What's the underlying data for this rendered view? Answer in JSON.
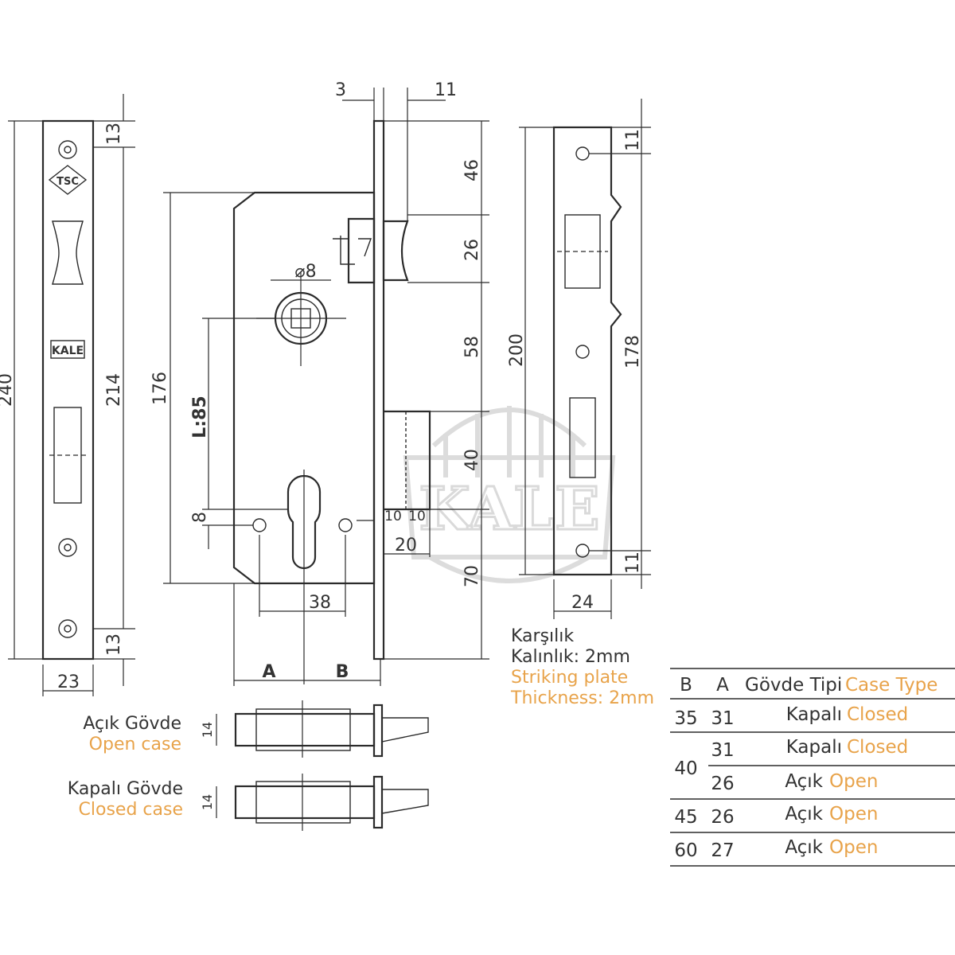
{
  "dims": {
    "front_240": "240",
    "front_214": "214",
    "front_13a": "13",
    "front_13b": "13",
    "front_23": "23",
    "body_3": "3",
    "body_11": "11",
    "body_46": "46",
    "body_26": "26",
    "body_58": "58",
    "body_40": "40",
    "body_70": "70",
    "body_176": "176",
    "body_L85": "L:85",
    "body_8": "8",
    "body_d8": "⌀8",
    "body_10a": "10",
    "body_10b": "10",
    "body_20": "20",
    "body_38": "38",
    "body_A": "A",
    "body_B": "B",
    "strike_11a": "11",
    "strike_11b": "11",
    "strike_200": "200",
    "strike_178": "178",
    "strike_24": "24",
    "case_14a": "14",
    "case_14b": "14"
  },
  "logos": {
    "front_tsc": "TSC",
    "front_kale": "KALE",
    "watermark": "KALE"
  },
  "labels": {
    "open_case_tr": "Açık Gövde",
    "open_case_en": "Open case",
    "closed_case_tr": "Kapalı Gövde",
    "closed_case_en": "Closed case",
    "strike_tr_1": "Karşılık",
    "strike_tr_2": "Kalınlık: 2mm",
    "strike_en_1": "Striking plate",
    "strike_en_2": "Thickness: 2mm"
  },
  "table": {
    "header": {
      "b": "B",
      "a": "A",
      "type_tr": "Gövde Tipi",
      "type_en": "Case Type"
    },
    "rows": [
      {
        "b": "35",
        "a": "31",
        "tr": "Kapalı",
        "en": "Closed"
      },
      {
        "b": "40",
        "a": "31",
        "tr": "Kapalı",
        "en": "Closed"
      },
      {
        "b": "",
        "a": "26",
        "tr": "Açık",
        "en": "Open"
      },
      {
        "b": "45",
        "a": "26",
        "tr": "Açık",
        "en": "Open"
      },
      {
        "b": "60",
        "a": "27",
        "tr": "Açık",
        "en": "Open"
      }
    ]
  },
  "colors": {
    "accent": "#e8a34a",
    "line": "#2b2b2b",
    "watermark": "#d9d9d9"
  }
}
